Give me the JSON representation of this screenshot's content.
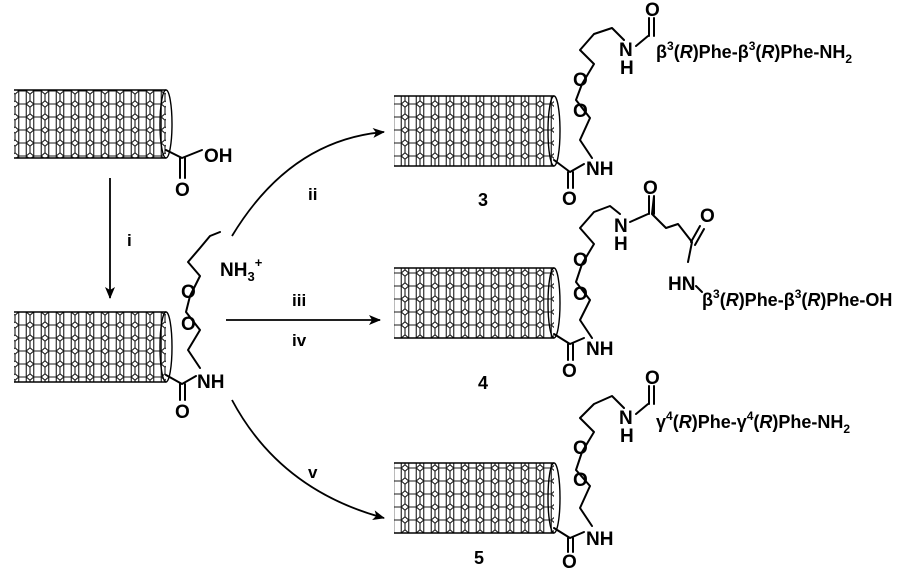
{
  "atoms": {
    "oxygen": "O",
    "hydroxyl": "OH",
    "amide_nh": "NH",
    "amide_n": "N",
    "hydrogen": "H",
    "ammonium": "NH",
    "ammonium_sub": "3",
    "ammonium_charge": "+",
    "hn": "HN"
  },
  "steps": {
    "i": "i",
    "ii": "ii",
    "iii": "iii",
    "iv": "iv",
    "v": "v"
  },
  "compounds": {
    "c3": {
      "number": "3",
      "peptide": [
        {
          "t": "β"
        },
        {
          "t": "3",
          "sup": true
        },
        {
          "t": "("
        },
        {
          "t": "R",
          "it": true
        },
        {
          "t": ")Phe-β"
        },
        {
          "t": "3",
          "sup": true
        },
        {
          "t": "("
        },
        {
          "t": "R",
          "it": true
        },
        {
          "t": ")Phe-NH"
        },
        {
          "t": "2",
          "sub": true
        }
      ]
    },
    "c4": {
      "number": "4",
      "peptide": [
        {
          "t": "β"
        },
        {
          "t": "3",
          "sup": true
        },
        {
          "t": "("
        },
        {
          "t": "R",
          "it": true
        },
        {
          "t": ")Phe-β"
        },
        {
          "t": "3",
          "sup": true
        },
        {
          "t": "("
        },
        {
          "t": "R",
          "it": true
        },
        {
          "t": ")Phe-OH"
        }
      ]
    },
    "c5": {
      "number": "5",
      "peptide": [
        {
          "t": "γ"
        },
        {
          "t": "4",
          "sup": true
        },
        {
          "t": "("
        },
        {
          "t": "R",
          "it": true
        },
        {
          "t": ")Phe-γ"
        },
        {
          "t": "4",
          "sup": true
        },
        {
          "t": "("
        },
        {
          "t": "R",
          "it": true
        },
        {
          "t": ")Phe-NH"
        },
        {
          "t": "2",
          "sub": true
        }
      ]
    }
  }
}
